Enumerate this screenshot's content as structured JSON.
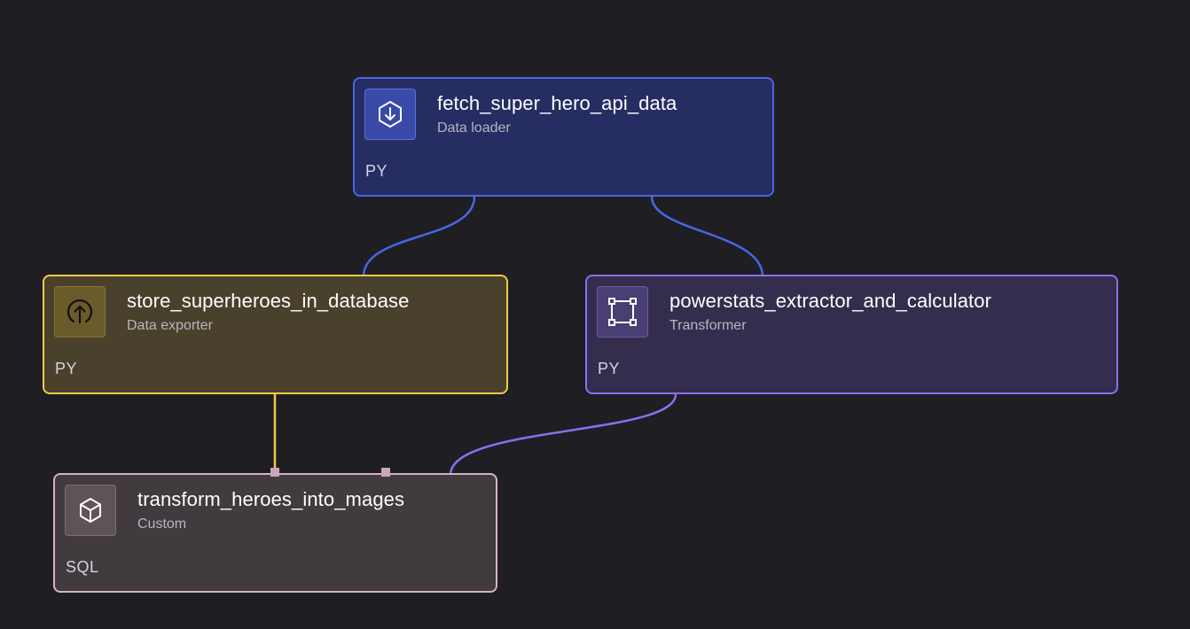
{
  "blocks": {
    "loader": {
      "title": "fetch_super_hero_api_data",
      "subtitle": "Data loader",
      "language": "PY",
      "icon": "download-icon",
      "border_color": "#4a65e6"
    },
    "exporter": {
      "title": "store_superheroes_in_database",
      "subtitle": "Data exporter",
      "language": "PY",
      "icon": "upload-icon",
      "border_color": "#f2c94c"
    },
    "transformer": {
      "title": "powerstats_extractor_and_calculator",
      "subtitle": "Transformer",
      "language": "PY",
      "icon": "transform-frame-icon",
      "border_color": "#8b6ff0"
    },
    "custom": {
      "title": "transform_heroes_into_mages",
      "subtitle": "Custom",
      "language": "SQL",
      "icon": "cube-icon",
      "border_color": "#d4b3c0"
    }
  },
  "edges": [
    {
      "from": "fetch_super_hero_api_data",
      "to": "store_superheroes_in_database",
      "color": "#4a65e6"
    },
    {
      "from": "fetch_super_hero_api_data",
      "to": "powerstats_extractor_and_calculator",
      "color": "#4a65e6"
    },
    {
      "from": "store_superheroes_in_database",
      "to": "transform_heroes_into_mages",
      "color": "#f2c94c"
    },
    {
      "from": "powerstats_extractor_and_calculator",
      "to": "transform_heroes_into_mages",
      "color": "#8b6ff0"
    }
  ]
}
